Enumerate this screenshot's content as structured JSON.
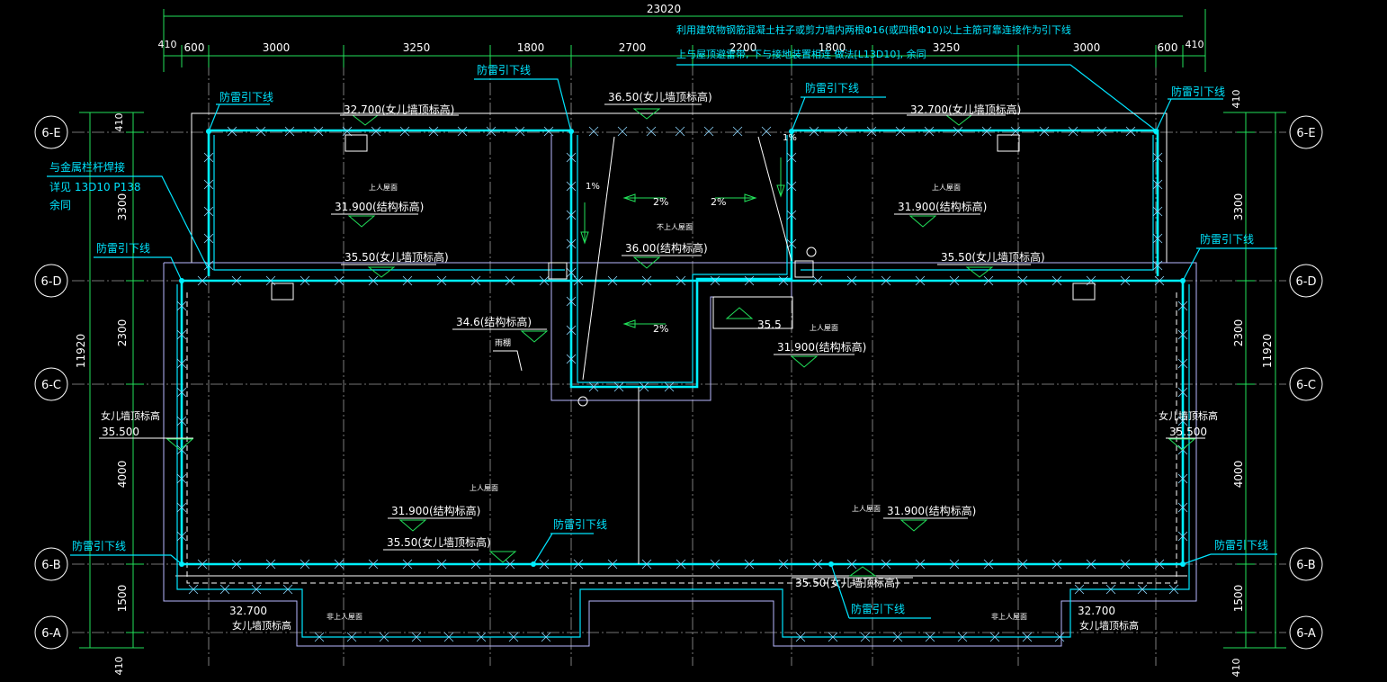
{
  "overall_dim": "23020",
  "top_dims": [
    "410",
    "600",
    "3000",
    "3250",
    "1800",
    "2700",
    "2200",
    "1800",
    "3250",
    "3000",
    "600",
    "410"
  ],
  "side_dims": [
    "410",
    "3300",
    "2300",
    "4000",
    "1500",
    "410"
  ],
  "overall_side_dim": "11920",
  "axis_labels": [
    "6-E",
    "6-D",
    "6-C",
    "6-B",
    "6-A"
  ],
  "top_note": {
    "line1": "利用建筑物钢筋混凝土柱子或剪力墙内两根Φ16(或四根Φ10)以上主筋可靠连接作为引下线",
    "line2": "上与屋顶避雷带, 下与接地装置相连 做法[L13D10], 余同"
  },
  "side_note": {
    "line1": "与金属栏杆焊接",
    "line2": "详见 13D10 P138",
    "line3": "余同"
  },
  "downlead_label": "防雷引下线",
  "labels": {
    "parapet_top": "女儿墙顶标高",
    "struct": "结构标高",
    "roof_up": "上人屋面",
    "roof_no": "不上人屋面",
    "roof_non": "非上人屋面",
    "canopy": "雨棚"
  },
  "elevations": {
    "e_top_left": "32.700(女儿墙顶标高)",
    "e_top_mid": "36.50(女儿墙顶标高)",
    "e_top_right": "32.700(女儿墙顶标高)",
    "s_left_upper": "31.900(结构标高)",
    "s_right_upper": "31.900(结构标高)",
    "s_mid_upper": "36.00(结构标高)",
    "d_left": "35.50(女儿墙顶标高)",
    "d_right": "35.50(女儿墙顶标高)",
    "canopy_struct": "34.6(结构标高)",
    "mid_355": "35.5",
    "s_mid_right": "31.900(结构标高)",
    "left_side_val": "35.500",
    "right_side_val": "35.500",
    "s_lower_left": "31.900(结构标高)",
    "s_lower_right": "31.900(结构标高)",
    "b_left": "35.50(女儿墙顶标高)",
    "b_right": "35.50(女儿墙顶标高)",
    "a_left": "32.700",
    "a_right": "32.700"
  },
  "slopes": {
    "one_left": "1%",
    "one_right": "1%",
    "two_a": "2%",
    "two_b": "2%",
    "two_c": "2%"
  },
  "colors": {
    "background": "#000000",
    "conductor": "#00f0ff",
    "dimension_green": "#22e05a",
    "text_white": "#ffffff"
  }
}
